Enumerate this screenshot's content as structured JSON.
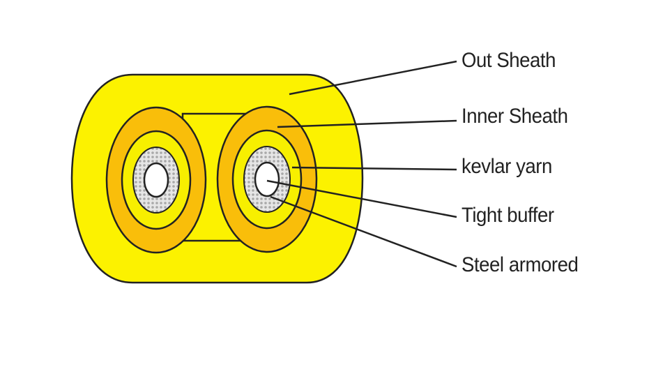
{
  "labels": {
    "out_sheath": "Out Sheath",
    "inner_sheath": "Inner Sheath",
    "kevlar_yarn": "kevlar yarn",
    "tight_buffer": "Tight buffer",
    "steel_armored": "Steel armored"
  },
  "colors": {
    "outer_sheath": "#fcf200",
    "inner_sheath": "#f9be0a",
    "kevlar": "#f7ef00",
    "steel": "#c8c8c8",
    "buffer": "#ffffff",
    "outline": "#222222"
  }
}
